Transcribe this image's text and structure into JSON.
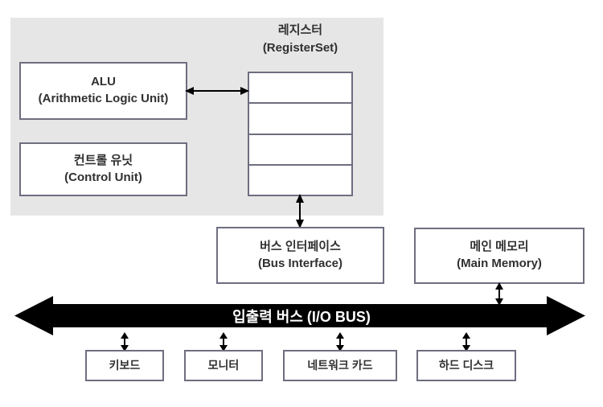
{
  "diagram": {
    "title": "Computer architecture block diagram",
    "colors": {
      "cpu_block_fill": "#e6e6e6",
      "box_border": "#6e6e80",
      "box_fill": "#ffffff",
      "text": "#303030",
      "bus_fill": "#000000",
      "bus_text": "#ffffff"
    }
  },
  "cpu": {
    "alu": {
      "label_ko": "ALU",
      "label_en": "(Arithmetic Logic Unit)"
    },
    "control_unit": {
      "label_ko": "컨트롤 유닛",
      "label_en": "(Control Unit)"
    },
    "register_set": {
      "label_ko": "레지스터",
      "label_en": "(RegisterSet)",
      "row_count": 4,
      "rows": [
        "",
        "",
        "",
        ""
      ]
    }
  },
  "bus_interface": {
    "label_ko": "버스 인터페이스",
    "label_en": "(Bus Interface)"
  },
  "main_memory": {
    "label_ko": "메인 메모리",
    "label_en": "(Main Memory)"
  },
  "io_bus": {
    "label": "입출력 버스 (I/O BUS)"
  },
  "devices": [
    {
      "label": "키보드",
      "name": "keyboard"
    },
    {
      "label": "모니터",
      "name": "monitor"
    },
    {
      "label": "네트워크 카드",
      "name": "network-card"
    },
    {
      "label": "하드 디스크",
      "name": "hard-disk"
    }
  ],
  "connectors": [
    {
      "name": "alu-to-register",
      "type": "double-arrow",
      "orientation": "horizontal"
    },
    {
      "name": "register-to-bus-interface",
      "type": "double-arrow",
      "orientation": "vertical"
    },
    {
      "name": "main-memory-to-io-bus",
      "type": "double-arrow",
      "orientation": "vertical"
    },
    {
      "name": "keyboard-to-io-bus",
      "type": "double-arrow",
      "orientation": "vertical"
    },
    {
      "name": "monitor-to-io-bus",
      "type": "double-arrow",
      "orientation": "vertical"
    },
    {
      "name": "network-card-to-io-bus",
      "type": "double-arrow",
      "orientation": "vertical"
    },
    {
      "name": "hard-disk-to-io-bus",
      "type": "double-arrow",
      "orientation": "vertical"
    }
  ]
}
